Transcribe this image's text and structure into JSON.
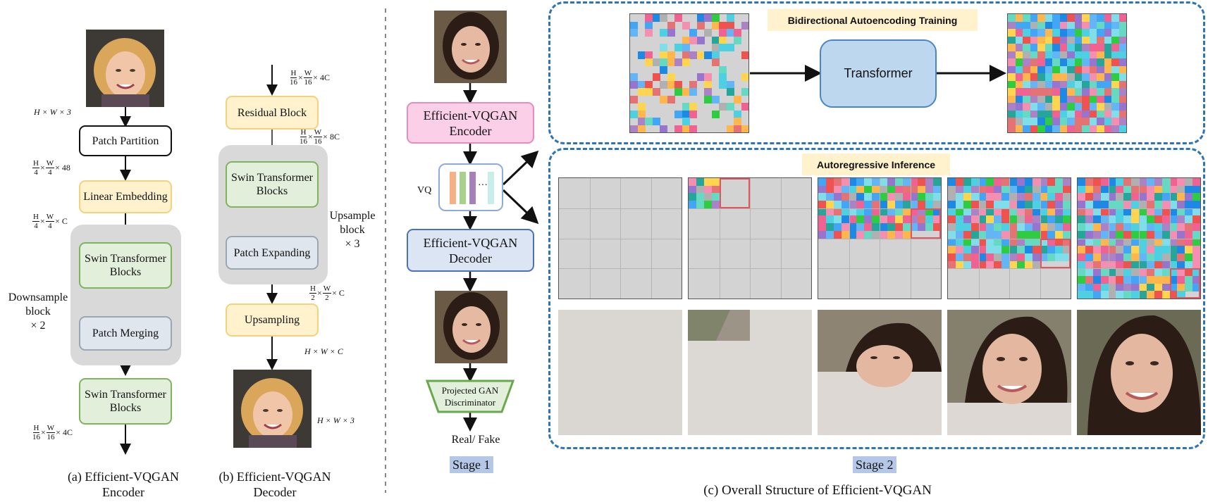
{
  "encoder": {
    "dim_input": "H × W × 3",
    "box_patch_partition": "Patch Partition",
    "dim_after_partition": [
      "H",
      "4",
      "W",
      "4",
      "48"
    ],
    "box_linear_embedding": "Linear Embedding",
    "dim_after_embedding": [
      "H",
      "4",
      "W",
      "4",
      "C"
    ],
    "box_swin_1": "Swin Transformer Blocks",
    "box_patch_merging": "Patch Merging",
    "box_swin_2": "Swin Transformer Blocks",
    "side_label": "Downsample block",
    "side_repeat": "× 2",
    "dim_output": [
      "H",
      "16",
      "W",
      "16",
      "4C"
    ],
    "caption_line1": "(a) Efficient-VQGAN",
    "caption_line2": "Encoder"
  },
  "decoder": {
    "dim_input": [
      "H",
      "16",
      "W",
      "16",
      "4C"
    ],
    "box_residual": "Residual Block",
    "dim_after_residual": [
      "H",
      "16",
      "W",
      "16",
      "8C"
    ],
    "box_swin": "Swin Transformer Blocks",
    "box_patch_expanding": "Patch Expanding",
    "side_label": "Upsample block",
    "side_repeat": "× 3",
    "dim_after_group": [
      "H",
      "2",
      "W",
      "2",
      "C"
    ],
    "box_upsampling": "Upsampling",
    "dim_after_upsampling": "H × W × C",
    "dim_output": "H × W × 3",
    "caption_line1": "(b) Efficient-VQGAN",
    "caption_line2": "Decoder"
  },
  "stage1": {
    "encoder_box": "Efficient-VQGAN Encoder",
    "vq_label": "VQ",
    "vq_dots": "···",
    "decoder_box": "Efficient-VQGAN Decoder",
    "discriminator": "Projected GAN Discriminator",
    "output": "Real/ Fake",
    "stage_label": "Stage 1",
    "vq_bar_colors": [
      "#f4b183",
      "#a9d18e",
      "#a680b8",
      "#c9ede8"
    ]
  },
  "stage2": {
    "training_title": "Bidirectional Autoencoding Training",
    "transformer_box": "Transformer",
    "inference_title": "Autoregressive Inference",
    "stage_label": "Stage 2",
    "caption": "(c) Overall Structure of Efficient-VQGAN",
    "token_palette": [
      "#4dd0e1",
      "#66d9c2",
      "#e57373",
      "#f48fb1",
      "#f06292",
      "#ffb74d",
      "#ffd54f",
      "#42a5f5",
      "#1e88e5",
      "#2ecc40",
      "#ab82c5",
      "#9575cd",
      "#64b5f6",
      "#80deea",
      "#b0b0b0",
      "#ef5350",
      "#26a69a"
    ]
  },
  "colors": {
    "dashed_border": "#2e75b6",
    "stage_highlight": "#b4c7e7",
    "tag_background": "#fff2cc"
  }
}
